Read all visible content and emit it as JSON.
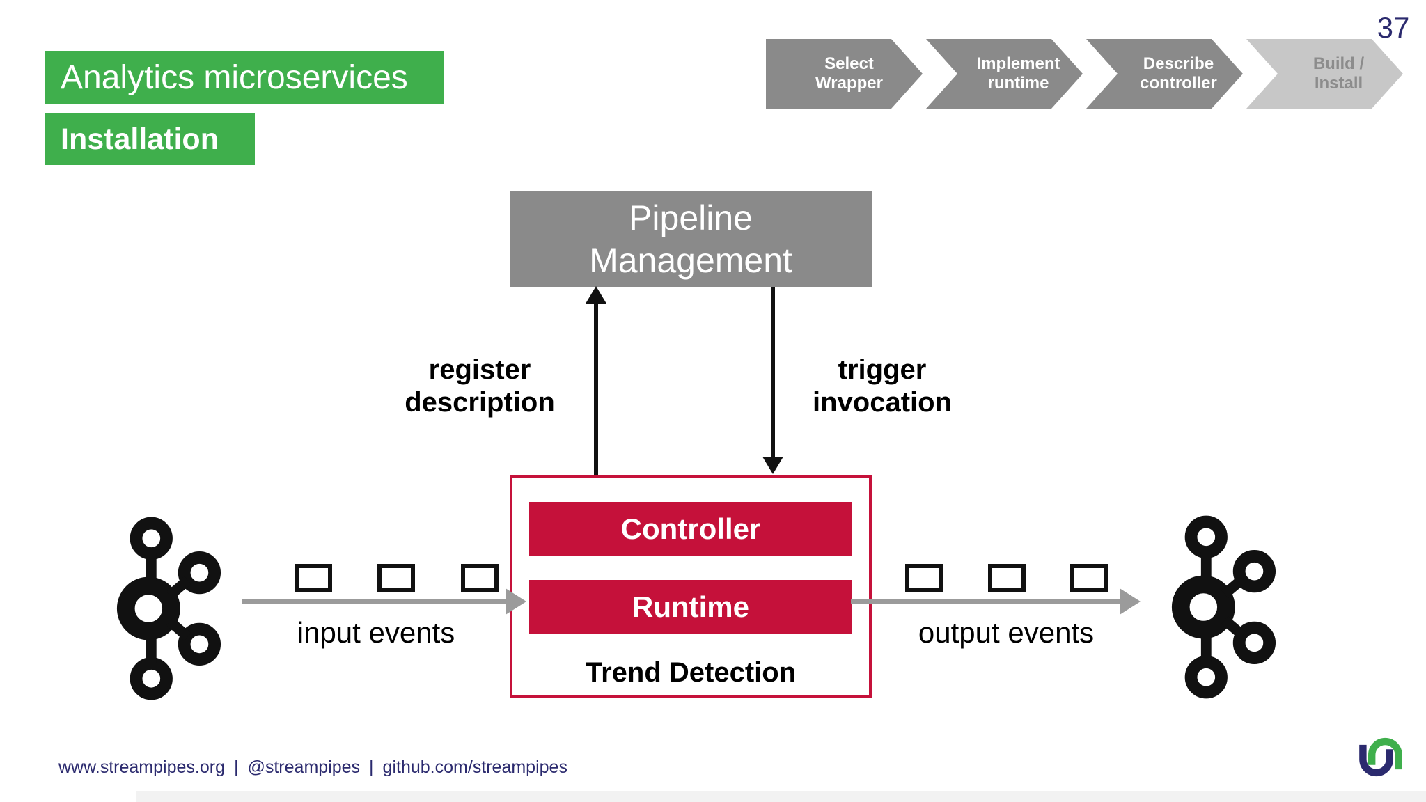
{
  "slide": {
    "page_number": "37",
    "title": {
      "line1": "Analytics microservices",
      "line2": "Installation"
    },
    "process_steps": [
      {
        "line1": "Select",
        "line2": "Wrapper",
        "muted": false
      },
      {
        "line1": "Implement",
        "line2": "runtime",
        "muted": false
      },
      {
        "line1": "Describe",
        "line2": "controller",
        "muted": false
      },
      {
        "line1": "Build /",
        "line2": "Install",
        "muted": true
      }
    ],
    "diagram": {
      "pipeline_box": {
        "line1": "Pipeline",
        "line2": "Management"
      },
      "register_label": {
        "line1": "register",
        "line2": "description"
      },
      "trigger_label": {
        "line1": "trigger",
        "line2": "invocation"
      },
      "component_box": {
        "controller": "Controller",
        "runtime": "Runtime",
        "name": "Trend Detection"
      },
      "input_label": "input events",
      "output_label": "output events"
    },
    "footer": {
      "items": [
        "www.streampipes.org",
        "@streampipes",
        "github.com/streampipes"
      ],
      "separator": "|"
    },
    "colors": {
      "green": "#3FAF4C",
      "red": "#C5113A",
      "box_gray": "#8A8A8A",
      "step_muted_gray": "#C7C7C7",
      "step_muted_text": "#8C8C8C",
      "navy": "#2B2A6E",
      "arrow_gray": "#9B9B9B",
      "black": "#111111"
    }
  }
}
